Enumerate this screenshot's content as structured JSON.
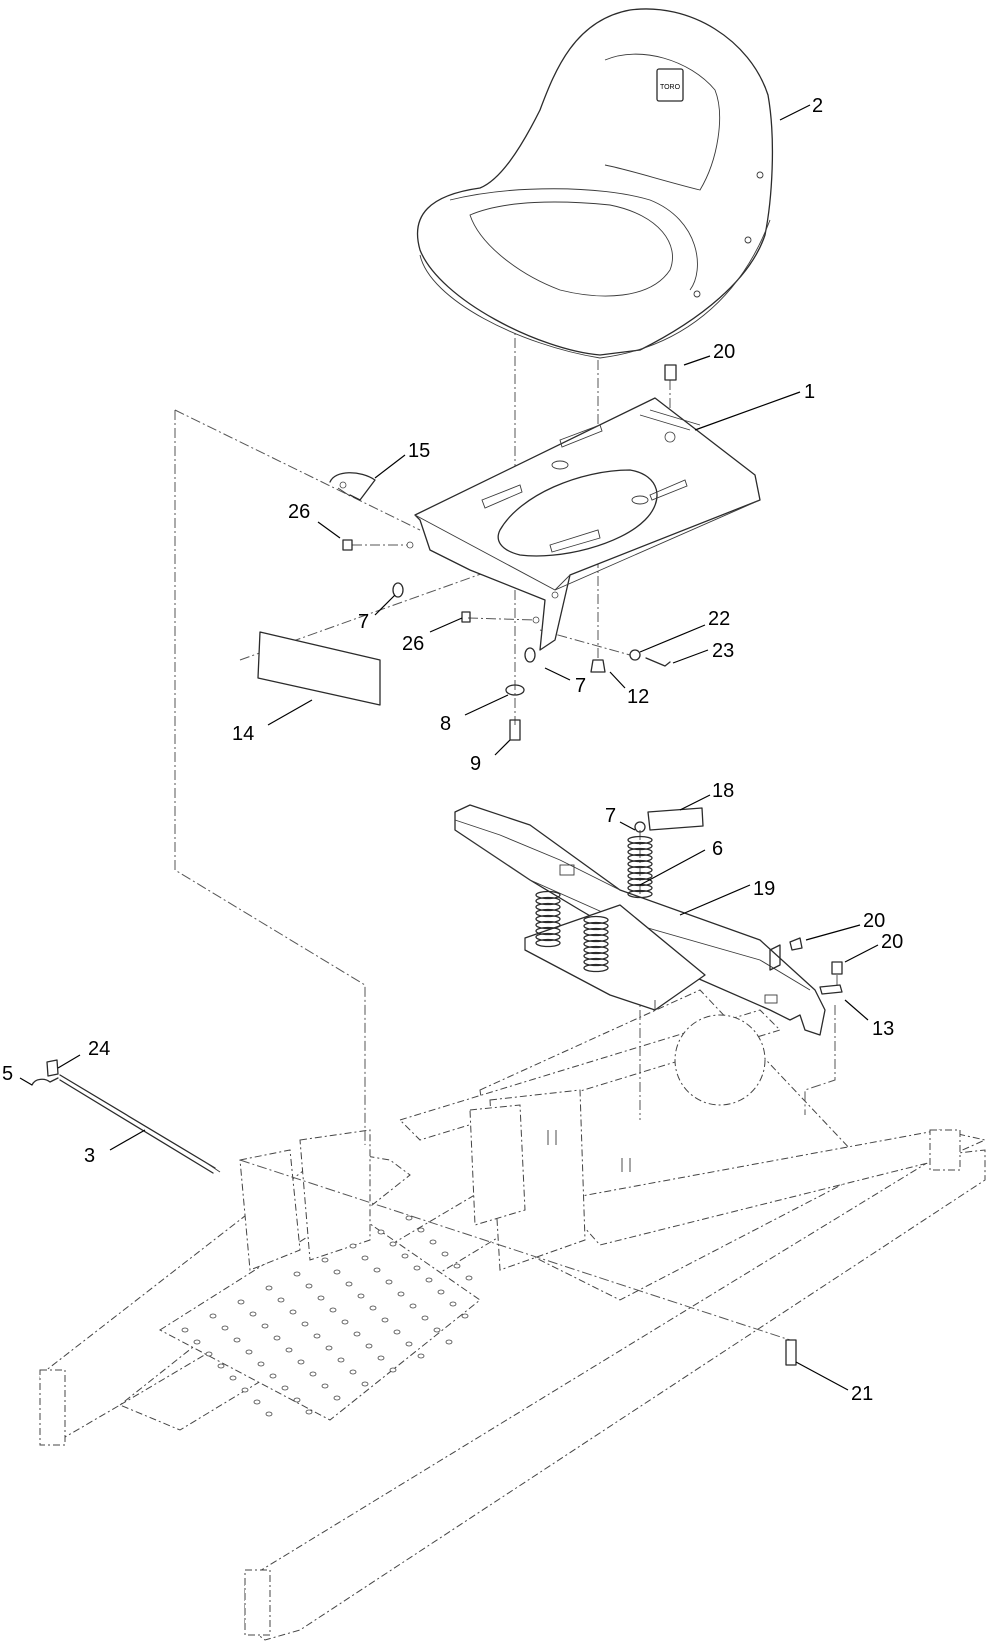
{
  "callouts": [
    {
      "id": "c1",
      "label": "1"
    },
    {
      "id": "c2",
      "label": "2"
    },
    {
      "id": "c3",
      "label": "3"
    },
    {
      "id": "c5",
      "label": "5"
    },
    {
      "id": "c6",
      "label": "6"
    },
    {
      "id": "c7a",
      "label": "7"
    },
    {
      "id": "c7b",
      "label": "7"
    },
    {
      "id": "c7c",
      "label": "7"
    },
    {
      "id": "c8",
      "label": "8"
    },
    {
      "id": "c9",
      "label": "9"
    },
    {
      "id": "c12",
      "label": "12"
    },
    {
      "id": "c13",
      "label": "13"
    },
    {
      "id": "c14",
      "label": "14"
    },
    {
      "id": "c15",
      "label": "15"
    },
    {
      "id": "c18",
      "label": "18"
    },
    {
      "id": "c19",
      "label": "19"
    },
    {
      "id": "c20a",
      "label": "20"
    },
    {
      "id": "c20b",
      "label": "20"
    },
    {
      "id": "c20c",
      "label": "20"
    },
    {
      "id": "c21",
      "label": "21"
    },
    {
      "id": "c22",
      "label": "22"
    },
    {
      "id": "c23",
      "label": "23"
    },
    {
      "id": "c24",
      "label": "24"
    },
    {
      "id": "c26a",
      "label": "26"
    },
    {
      "id": "c26b",
      "label": "26"
    }
  ]
}
